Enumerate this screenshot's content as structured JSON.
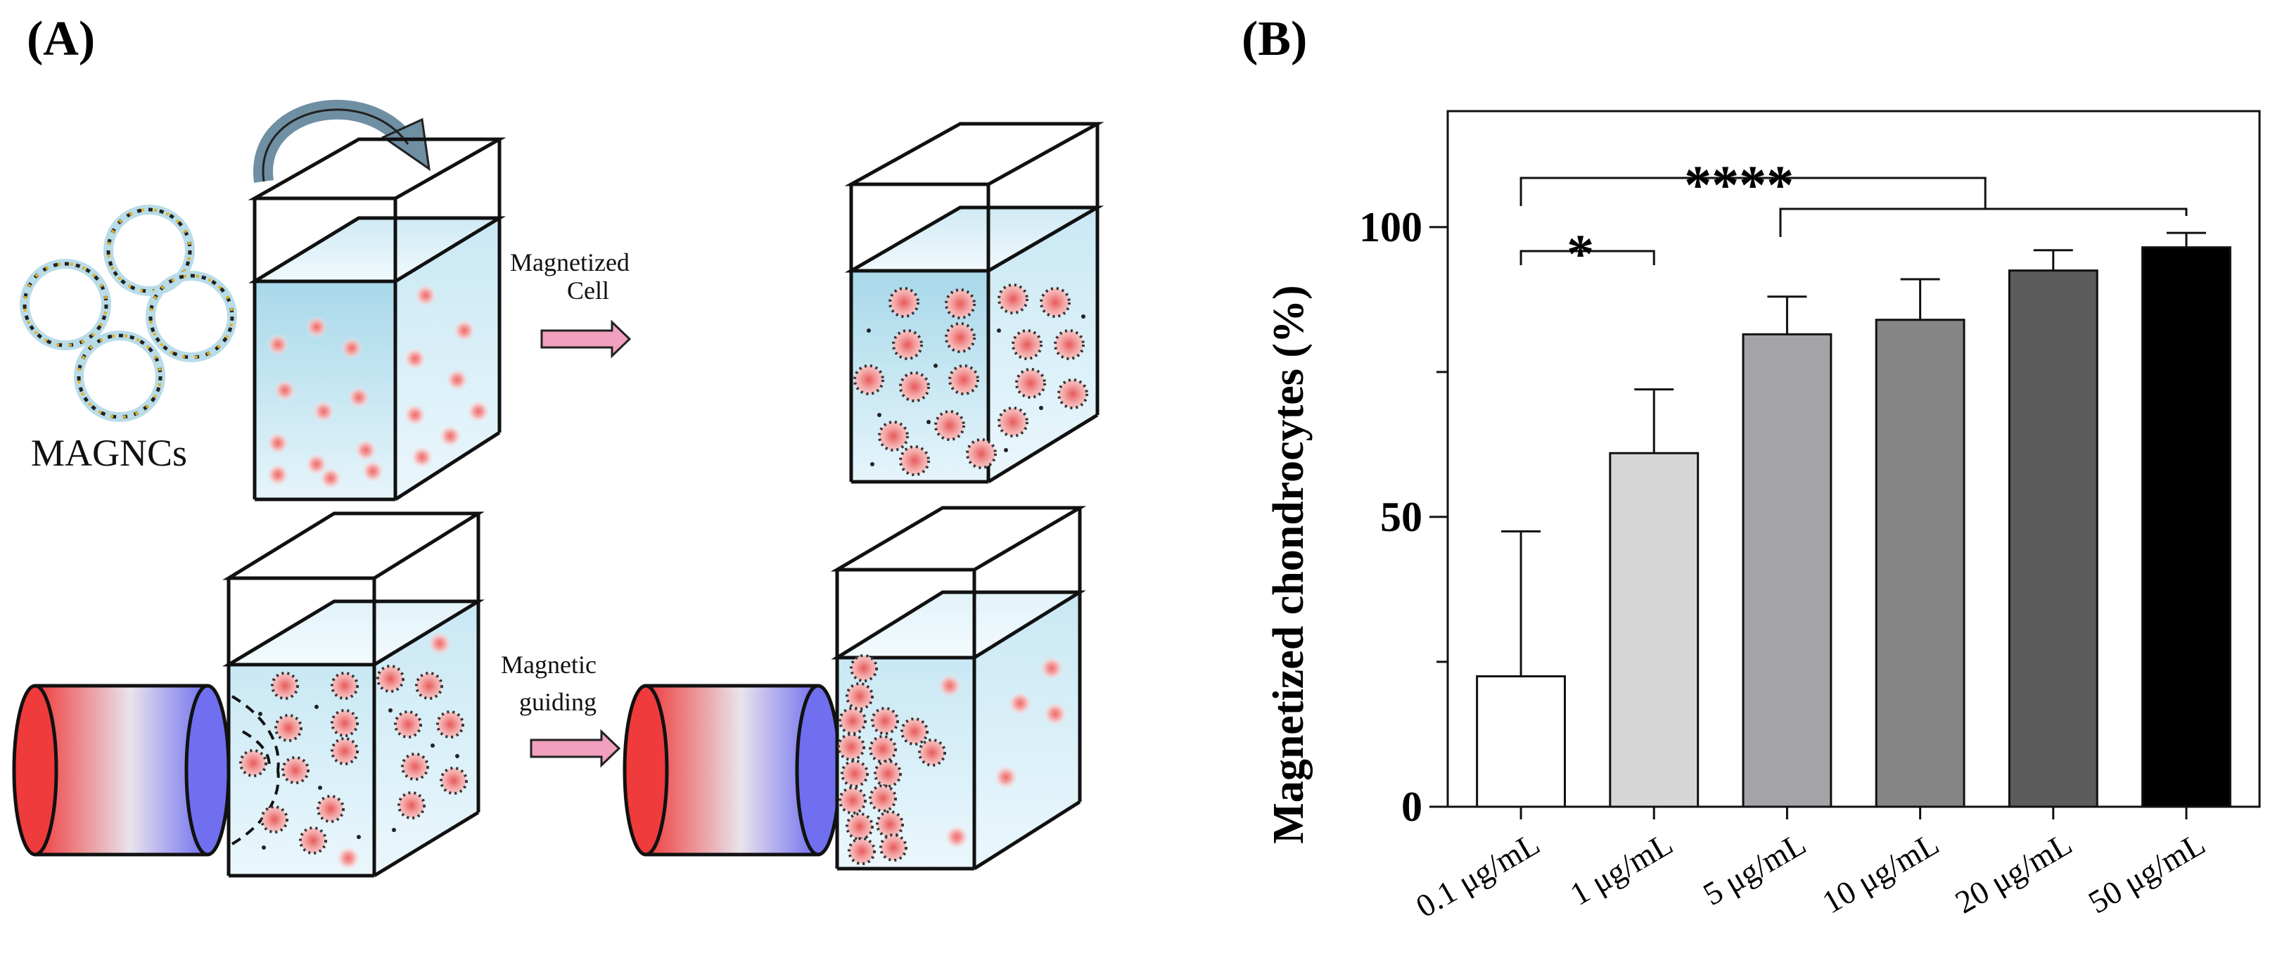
{
  "panel_a": {
    "label": "(A)",
    "nanocarrier_label": "MAGNCs",
    "step1_label_line1": "Magnetized",
    "step1_label_line2": "Cell",
    "step2_label_line1": "Magnetic",
    "step2_label_line2": "guiding",
    "colors": {
      "liquid_top": "#a8d8ea",
      "liquid_bottom": "#e6f5fb",
      "cell": "#f08080",
      "magnet_north": "#ef3b3b",
      "magnet_south": "#6f6fef",
      "arrow": "#f2a0bf"
    }
  },
  "panel_b": {
    "label": "(B)"
  },
  "chart_data": {
    "type": "bar",
    "categories": [
      "0.1 μg/mL",
      "1 μg/mL",
      "5 μg/mL",
      "10 μg/mL",
      "20 μg/mL",
      "50 μg/mL"
    ],
    "values": [
      22.5,
      61,
      81.5,
      84,
      92.5,
      96.5
    ],
    "errors": [
      25,
      11,
      6.5,
      7,
      3.5,
      2.5
    ],
    "bar_colors": [
      "#ffffff",
      "#d6d6d6",
      "#a3a3a8",
      "#858585",
      "#5c5c5c",
      "#000000"
    ],
    "ylabel": "Magnetized chondrocytes (%)",
    "ylim": [
      0,
      120
    ],
    "yticks": [
      0,
      50,
      100
    ],
    "grid": false,
    "significance": [
      {
        "label": "*",
        "from": 0,
        "to": 1
      },
      {
        "label": "****",
        "from": 0,
        "to": "2-5"
      }
    ]
  }
}
